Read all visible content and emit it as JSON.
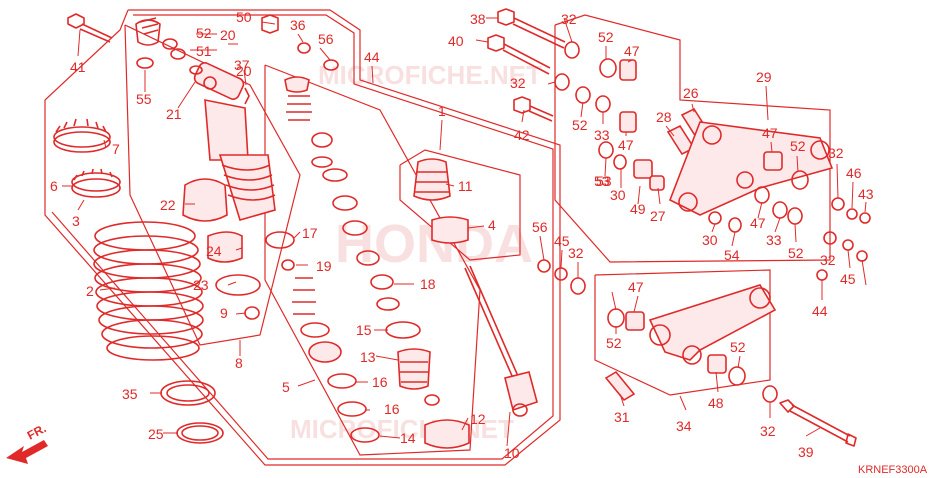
{
  "diagram": {
    "code": "KRNEF3300A",
    "direction_label": "FR.",
    "watermarks": [
      "MICROFICHE.NET",
      "HONDA",
      "MICROFICHE.NET"
    ],
    "colors": {
      "line": "#e02a2a",
      "watermark": "#f3c7c7",
      "background": "#ffffff"
    },
    "callouts": [
      "1",
      "2",
      "3",
      "4",
      "5",
      "6",
      "7",
      "8",
      "9",
      "10",
      "11",
      "12",
      "13",
      "14",
      "15",
      "16",
      "16",
      "17",
      "18",
      "19",
      "20",
      "20",
      "21",
      "22",
      "23",
      "24",
      "25",
      "26",
      "27",
      "28",
      "29",
      "30",
      "30",
      "31",
      "32",
      "32",
      "32",
      "32",
      "32",
      "32",
      "33",
      "33",
      "34",
      "35",
      "36",
      "37",
      "38",
      "39",
      "40",
      "41",
      "42",
      "43",
      "44",
      "44",
      "45",
      "45",
      "46",
      "47",
      "47",
      "47",
      "47",
      "47",
      "48",
      "49",
      "50",
      "51",
      "52",
      "52",
      "52",
      "52",
      "52",
      "52",
      "52",
      "53",
      "53",
      "54",
      "55",
      "56",
      "56"
    ]
  }
}
